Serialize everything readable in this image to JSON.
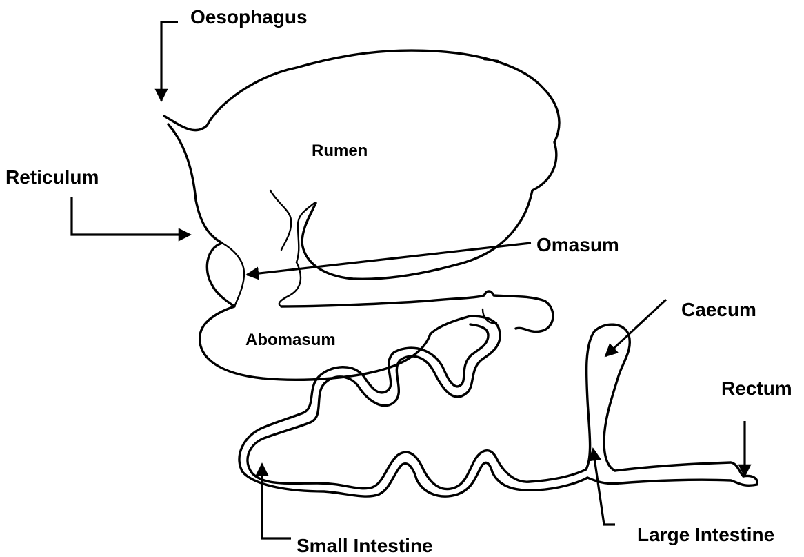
{
  "diagram": {
    "labels": {
      "oesophagus": "Oesophagus",
      "rumen": "Rumen",
      "reticulum": "Reticulum",
      "omasum": "Omasum",
      "abomasum": "Abomasum",
      "caecum": "Caecum",
      "rectum": "Rectum",
      "small_intestine": "Small Intestine",
      "large_intestine": "Large Intestine"
    }
  }
}
